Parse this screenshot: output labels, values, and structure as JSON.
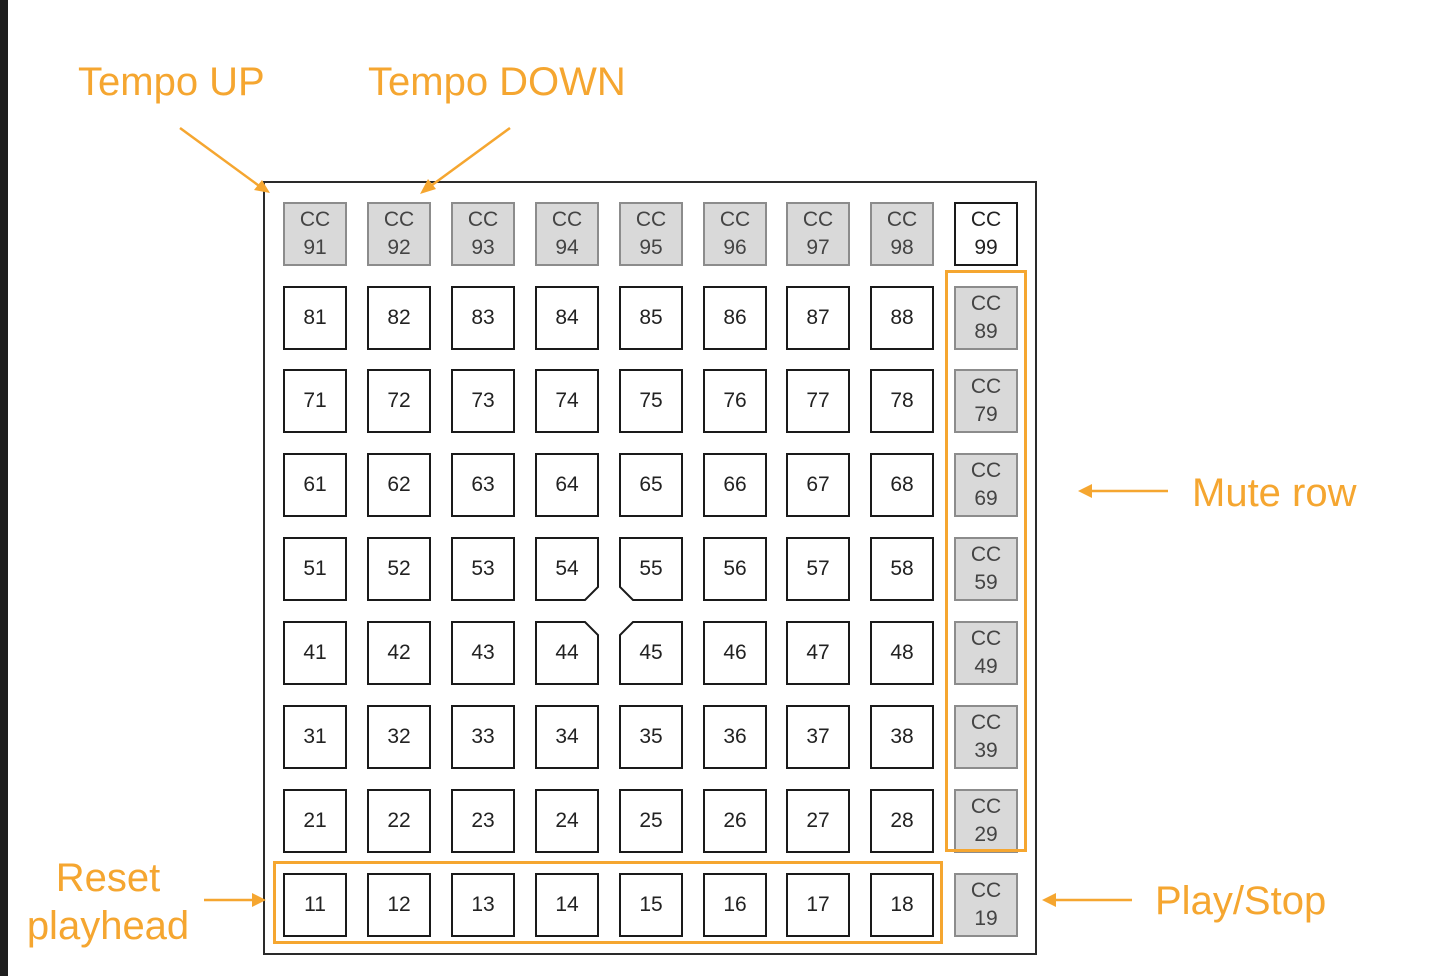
{
  "labels": {
    "tempo_up": "Tempo UP",
    "tempo_down": "Tempo DOWN",
    "mute_row": "Mute row",
    "play_stop": "Play/Stop",
    "reset_line1": "Reset",
    "reset_line2": "playhead"
  },
  "top_row": [
    [
      "CC",
      "91"
    ],
    [
      "CC",
      "92"
    ],
    [
      "CC",
      "93"
    ],
    [
      "CC",
      "94"
    ],
    [
      "CC",
      "95"
    ],
    [
      "CC",
      "96"
    ],
    [
      "CC",
      "97"
    ],
    [
      "CC",
      "98"
    ],
    [
      "CC",
      "99"
    ]
  ],
  "grid_rows": [
    [
      "81",
      "82",
      "83",
      "84",
      "85",
      "86",
      "87",
      "88"
    ],
    [
      "71",
      "72",
      "73",
      "74",
      "75",
      "76",
      "77",
      "78"
    ],
    [
      "61",
      "62",
      "63",
      "64",
      "65",
      "66",
      "67",
      "68"
    ],
    [
      "51",
      "52",
      "53",
      "54",
      "55",
      "56",
      "57",
      "58"
    ],
    [
      "41",
      "42",
      "43",
      "44",
      "45",
      "46",
      "47",
      "48"
    ],
    [
      "31",
      "32",
      "33",
      "34",
      "35",
      "36",
      "37",
      "38"
    ],
    [
      "21",
      "22",
      "23",
      "24",
      "25",
      "26",
      "27",
      "28"
    ],
    [
      "11",
      "12",
      "13",
      "14",
      "15",
      "16",
      "17",
      "18"
    ]
  ],
  "right_column": [
    [
      "CC",
      "89"
    ],
    [
      "CC",
      "79"
    ],
    [
      "CC",
      "69"
    ],
    [
      "CC",
      "59"
    ],
    [
      "CC",
      "49"
    ],
    [
      "CC",
      "39"
    ],
    [
      "CC",
      "29"
    ],
    [
      "CC",
      "19"
    ]
  ],
  "colors": {
    "annotation": "#f5a630",
    "cc_pad_fill": "#d9d9d9",
    "pad_border": "#1a1a1a"
  }
}
